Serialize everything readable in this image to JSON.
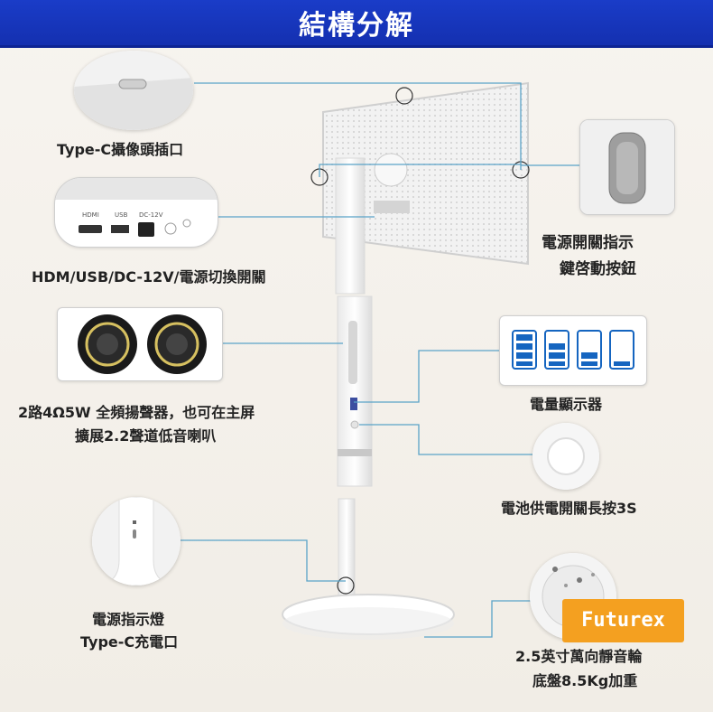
{
  "title": "結構分解",
  "labels": {
    "typec_camera": "Type-C攝像頭插口",
    "ports": "HDM/USB/DC-12V/電源切換開關",
    "power_button_line1": "電源開關指示",
    "power_button_line2": "鍵啓動按鈕",
    "speakers_line1": "2路4Ω5W 全頻揚聲器，也可在主屏",
    "speakers_line2": "擴展2.2聲道低音喇叭",
    "battery_display": "電量顯示器",
    "battery_switch": "電池供電開關長按3S",
    "power_led_line1": "電源指示燈",
    "power_led_line2": "Type-C充電口",
    "base_line1": "2.5英寸萬向靜音輪",
    "base_line2": "底盤8.5Kg加重"
  },
  "port_labels": [
    "HDMI",
    "USB",
    "DC-12V"
  ],
  "brand_logo": "Futurex",
  "colors": {
    "title_bar": "#1a3cc8",
    "callout_line": "#5aa3c8",
    "logo_bg": "#f4a020",
    "battery_fill": "#1565c0"
  }
}
